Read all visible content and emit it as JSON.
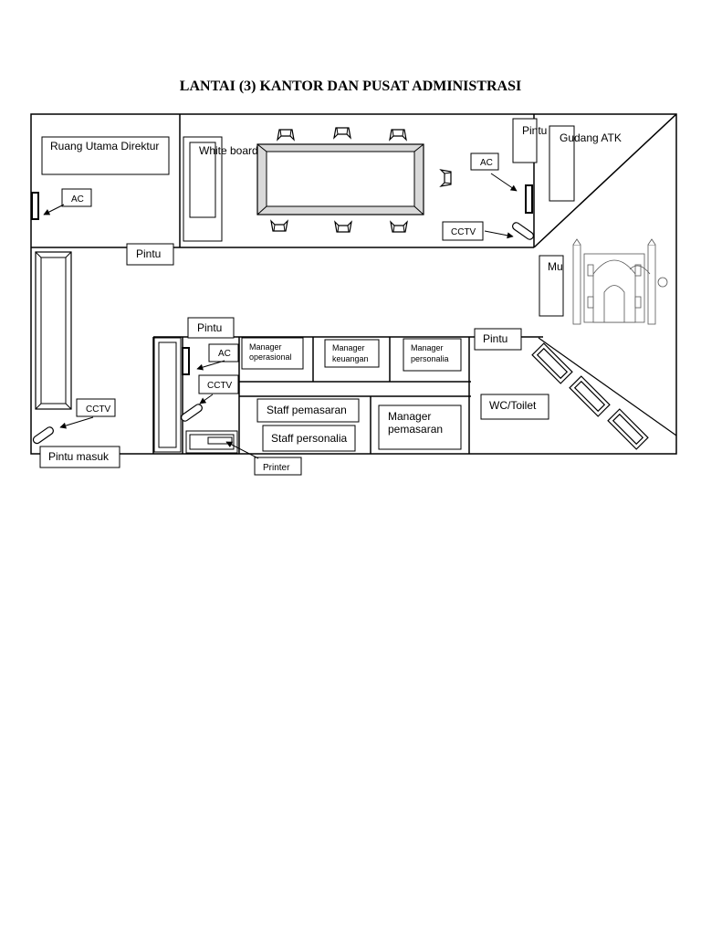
{
  "title": "LANTAI (3) KANTOR DAN PUSAT ADMINISTRASI",
  "rooms": {
    "director": "Ruang Utama Direktur",
    "whiteboard": "White board",
    "gudang": "Gudang ATK",
    "musholla": "Mu",
    "wc": "WC/Toilet"
  },
  "doors": {
    "top_right": "Pintu",
    "corridor_left": "Pintu",
    "office_left": "Pintu",
    "office_right": "Pintu",
    "entrance": "Pintu masuk"
  },
  "devices": {
    "ac_director": "AC",
    "ac_meeting": "AC",
    "ac_office": "AC",
    "cctv_meeting": "CCTV",
    "cctv_office": "CCTV",
    "cctv_entrance": "CCTV",
    "printer": "Printer"
  },
  "desks": {
    "manager_operasional": [
      "Manager",
      "operasional"
    ],
    "manager_keuangan": [
      "Manager",
      "keuangan"
    ],
    "manager_personalia": [
      "Manager",
      "personalia"
    ],
    "staff_pemasaran": "Staff pemasaran",
    "staff_personalia": "Staff personalia",
    "manager_pemasaran": [
      "Manager",
      "pemasaran"
    ]
  }
}
